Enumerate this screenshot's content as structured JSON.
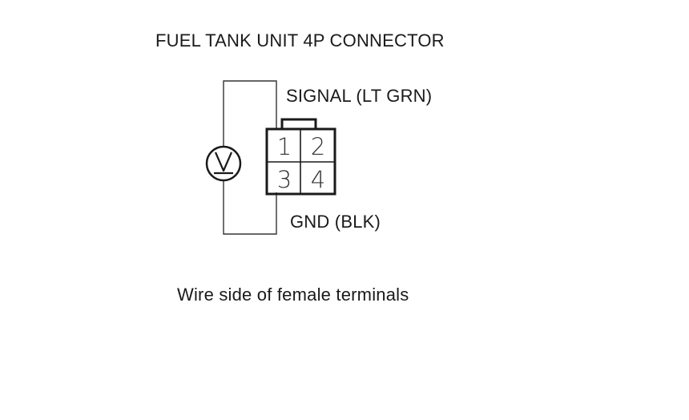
{
  "title": "FUEL TANK UNIT 4P CONNECTOR",
  "labels": {
    "signal": "SIGNAL (LT GRN)",
    "ground": "GND (BLK)"
  },
  "connector": {
    "pins": [
      "1",
      "2",
      "3",
      "4"
    ]
  },
  "meter": {
    "type": "voltmeter",
    "symbol": "V"
  },
  "footer": "Wire side of female terminals"
}
